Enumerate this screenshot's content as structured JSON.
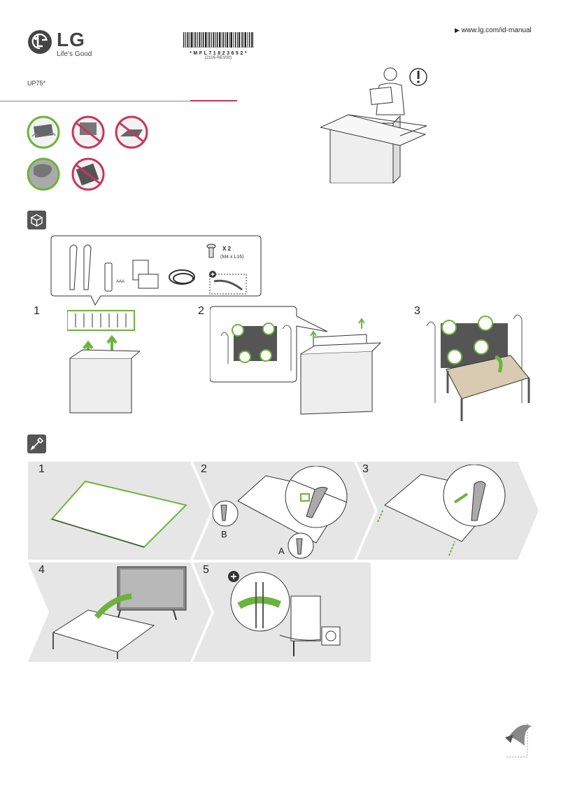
{
  "header": {
    "brand": "LG",
    "tagline": "Life's Good",
    "model": "UP75*",
    "url": "www.lg.com/id-manual",
    "barcode_text": "* M F L 7 1 8 2 3 6 5 2 *",
    "barcode_sub": "(2105-REV00)"
  },
  "accessories": {
    "screw_qty": "X 2",
    "screw_size": "(M4 x L16)",
    "battery_label": "AAA"
  },
  "unpack_steps": [
    "1",
    "2",
    "3"
  ],
  "assembly_steps": [
    "1",
    "2",
    "3",
    "4",
    "5"
  ],
  "callouts": {
    "a": "A",
    "b": "B"
  },
  "colors": {
    "accent_green": "#6cb33e",
    "prohibit_red": "#c8375a",
    "lg_red": "#c8375a",
    "panel_gray": "#e6e6e6"
  },
  "icons": [
    "lg-logo-icon",
    "box-icon",
    "tools-icon",
    "warning-icon",
    "page-turn-icon"
  ]
}
